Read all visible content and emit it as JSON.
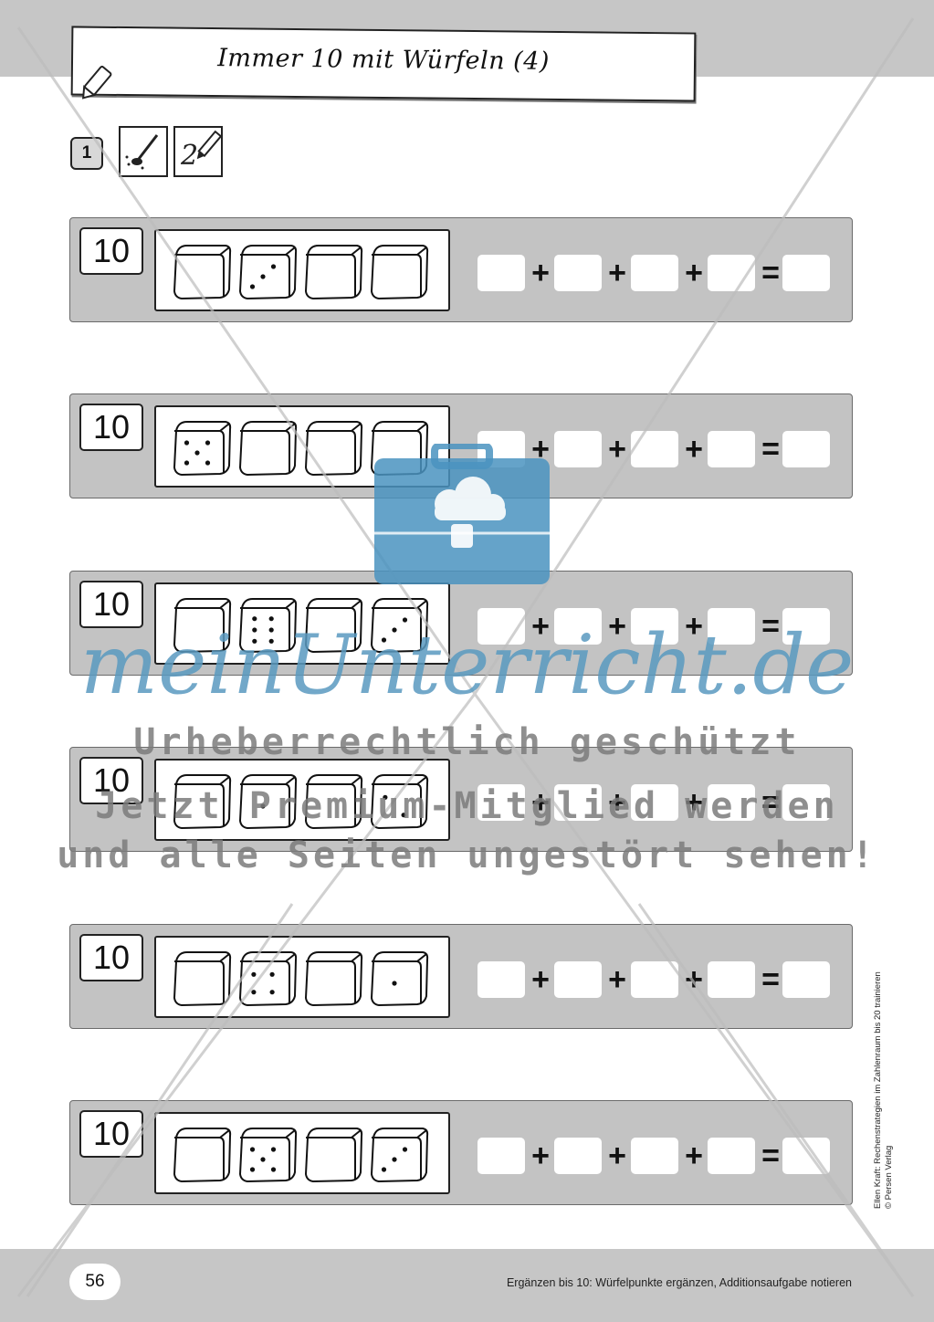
{
  "header": {
    "title": "Immer 10 mit Würfeln (4)",
    "task_number": "1",
    "icons": [
      "pencil-icon",
      "paint-brush-icon",
      "writing-pencil-icon"
    ]
  },
  "rows": [
    {
      "sum": "10",
      "dice": [
        0,
        3,
        0,
        0
      ]
    },
    {
      "sum": "10",
      "dice": [
        5,
        0,
        0,
        0
      ]
    },
    {
      "sum": "10",
      "dice": [
        0,
        6,
        0,
        3
      ]
    },
    {
      "sum": "10",
      "dice": [
        0,
        1,
        0,
        2
      ]
    },
    {
      "sum": "10",
      "dice": [
        0,
        4,
        0,
        1
      ]
    },
    {
      "sum": "10",
      "dice": [
        0,
        5,
        0,
        3
      ]
    }
  ],
  "operators": [
    "+",
    "+",
    "+",
    "="
  ],
  "footer": {
    "page_number": "56",
    "caption": "Ergänzen bis 10: Würfelpunkte ergänzen, Additionsaufgabe notieren",
    "side_credit_line1": "Ellen Kraft: Rechenstrategien im Zahlenraum bis 20 trainieren",
    "side_credit_line2": "© Persen Verlag"
  },
  "watermark": {
    "logo": "meinUnterricht.de",
    "line1": "Urheberrechtlich geschützt",
    "line2": "Jetzt Premium-Mitglied werden",
    "line3": "und alle Seiten ungestört sehen!"
  },
  "colors": {
    "band": "#c6c6c6",
    "row": "#c3c3c3",
    "watermark_blue": "#4a93bf"
  }
}
